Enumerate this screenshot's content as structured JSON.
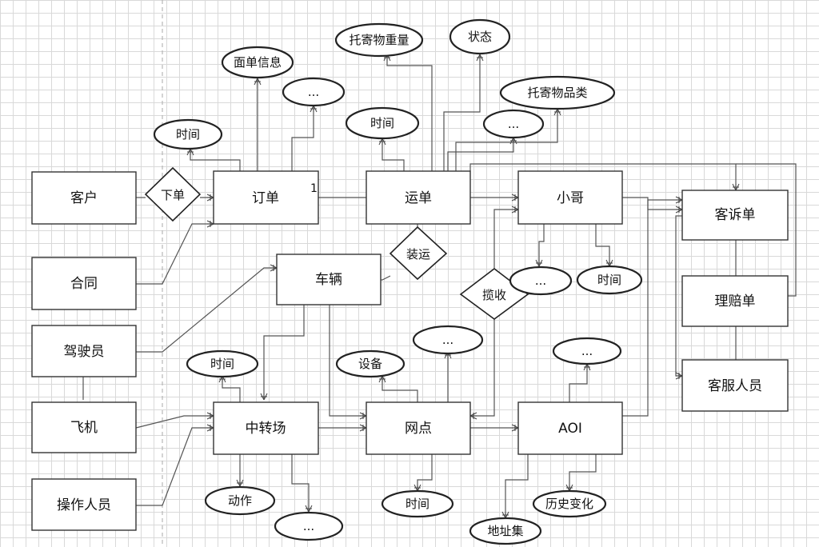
{
  "entities": {
    "customer": "客户",
    "order": "订单",
    "waybill": "运单",
    "courier": "小哥",
    "complaint": "客诉单",
    "contract": "合同",
    "vehicle": "车辆",
    "claim": "理赔单",
    "driver": "驾驶员",
    "service_staff": "客服人员",
    "plane": "飞机",
    "transfer": "中转场",
    "outlet": "网点",
    "aoi": "AOI",
    "operator": "操作人员"
  },
  "relationships": {
    "place_order": "下单",
    "load": "装运",
    "pickup": "揽收"
  },
  "attributes": {
    "waybill_info": "面单信息",
    "ellipsis": "...",
    "time": "时间",
    "weight": "托寄物重量",
    "status": "状态",
    "category": "托寄物品类",
    "device": "设备",
    "action": "动作",
    "address_set": "地址集",
    "history": "历史变化"
  },
  "cardinality": {
    "order_one": "1"
  }
}
